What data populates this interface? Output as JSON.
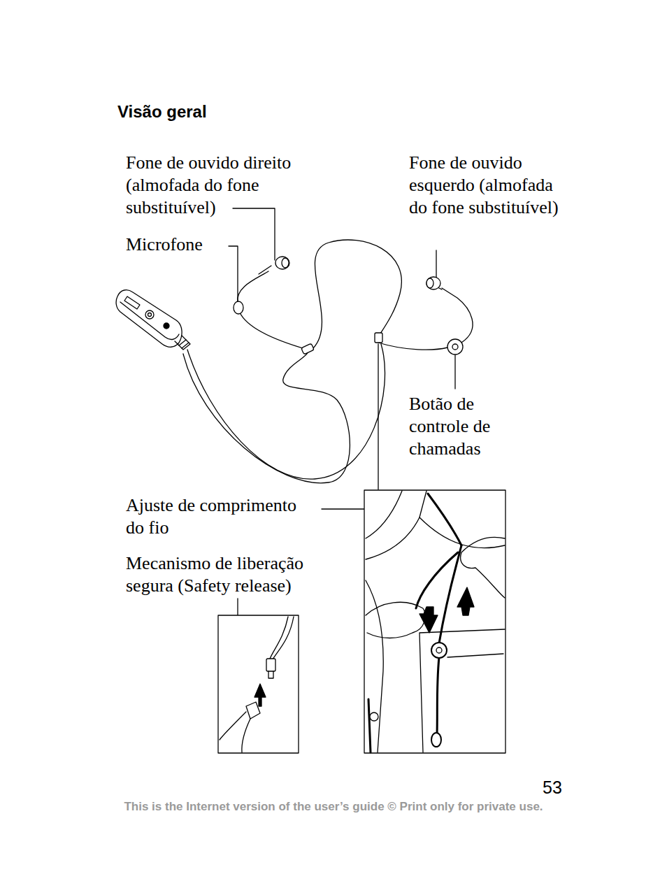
{
  "diagram": {
    "title": "Visão geral",
    "labels": [
      "Fone de ouvido direito (almofada do fone substituível)",
      "Microfone",
      "Fone de ouvido esquerdo (almofada do fone substituível)",
      "Botão de controle de chamadas",
      "Ajuste de comprimento do fio",
      "Mecanismo de liberação segura (Safety release)",
      "53",
      "This is the Internet version of the user’s guide © Print only for private use."
    ]
  }
}
